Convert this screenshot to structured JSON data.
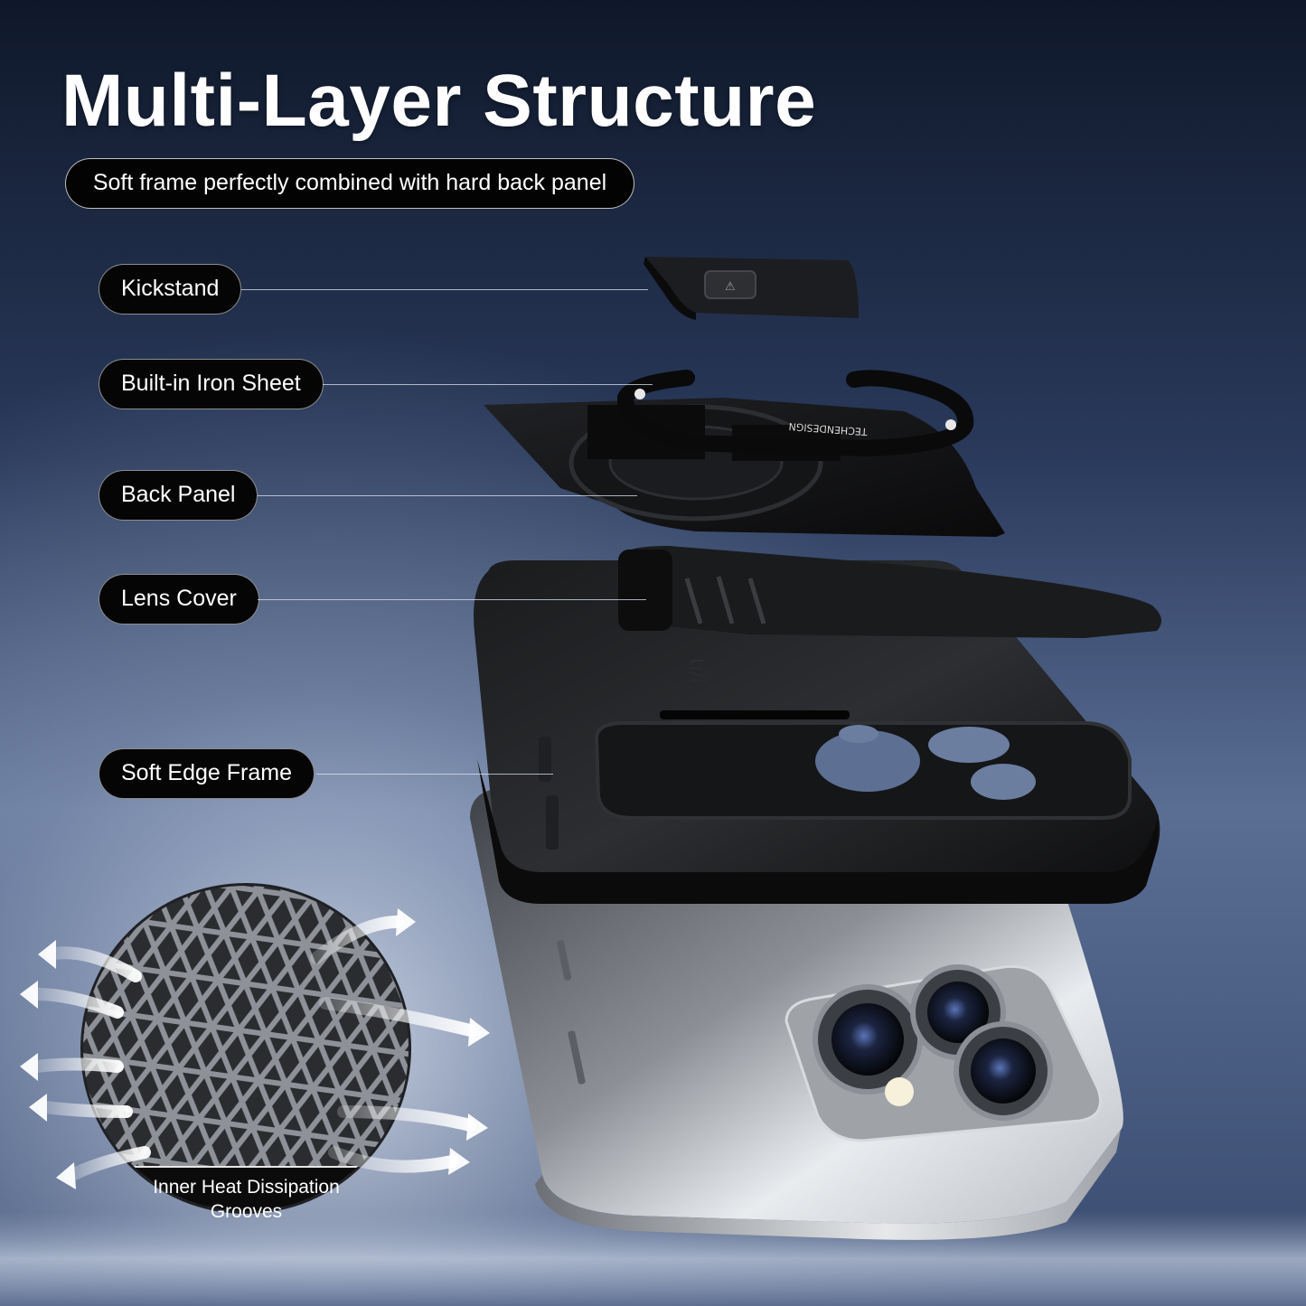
{
  "title": "Multi-Layer Structure",
  "subtitle": "Soft frame perfectly combined with hard back panel",
  "callouts": {
    "kickstand": "Kickstand",
    "iron_sheet": "Built-in Iron Sheet",
    "back_panel": "Back Panel",
    "lens_cover": "Lens Cover",
    "soft_edge": "Soft Edge Frame"
  },
  "heat_label": {
    "line1": "Inner Heat Dissipation",
    "line2": "Grooves"
  },
  "colors": {
    "background_top": "#10192c",
    "background_mid": "#4d6289",
    "case_black": "#111111",
    "phone_silver": "#c9ccd0",
    "accent_white": "#ffffff"
  }
}
